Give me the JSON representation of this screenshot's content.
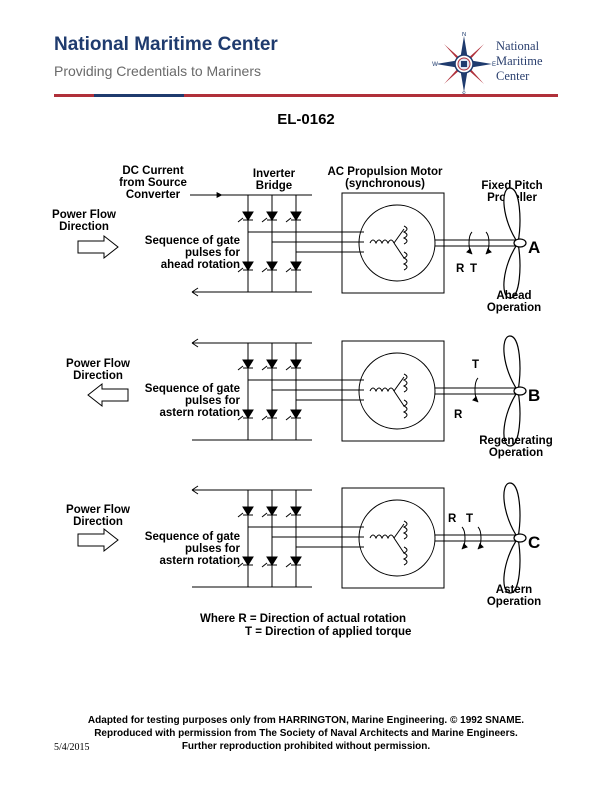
{
  "header": {
    "org_name": "National Maritime Center",
    "tagline": "Providing Credentials to Mariners",
    "logo_lines": [
      "National",
      "Maritime",
      "Center"
    ],
    "compass_letters": [
      "N",
      "E",
      "S",
      "W"
    ],
    "colors": {
      "navy": "#1f3b6e",
      "red": "#b0303a",
      "gray": "#6a6a6a"
    }
  },
  "document": {
    "code": "EL-0162"
  },
  "diagram": {
    "labels": {
      "dc_current": [
        "DC Current",
        "from Source",
        "Converter"
      ],
      "inverter_bridge": [
        "Inverter",
        "Bridge"
      ],
      "ac_motor": [
        "AC Propulsion Motor",
        "(synchronous)"
      ],
      "fixed_pitch": [
        "Fixed Pitch",
        "Propeller"
      ]
    },
    "panels": [
      {
        "letter": "A",
        "power_flow": [
          "Power Flow",
          "Direction"
        ],
        "gate_text": [
          "Sequence of gate",
          "pulses for",
          "ahead rotation"
        ],
        "operation": [
          "Ahead",
          "Operation"
        ],
        "r_label": "R",
        "t_label": "T"
      },
      {
        "letter": "B",
        "power_flow": [
          "Power Flow",
          "Direction"
        ],
        "gate_text": [
          "Sequence of gate",
          "pulses for",
          "astern rotation"
        ],
        "operation": [
          "Regenerating",
          "Operation"
        ],
        "r_label": "R",
        "t_label": "T"
      },
      {
        "letter": "C",
        "power_flow": [
          "Power Flow",
          "Direction"
        ],
        "gate_text": [
          "Sequence of gate",
          "pulses for",
          "astern rotation"
        ],
        "operation": [
          "Astern",
          "Operation"
        ],
        "r_label": "R",
        "t_label": "T"
      }
    ],
    "legend": [
      "Where R = Direction of actual rotation",
      "T = Direction of applied torque"
    ]
  },
  "footer": {
    "lines": [
      "Adapted for testing purposes only from HARRINGTON, Marine Engineering. © 1992 SNAME.",
      "Reproduced with permission from The Society of Naval Architects and Marine Engineers.",
      "Further reproduction prohibited without permission."
    ],
    "date": "5/4/2015"
  }
}
